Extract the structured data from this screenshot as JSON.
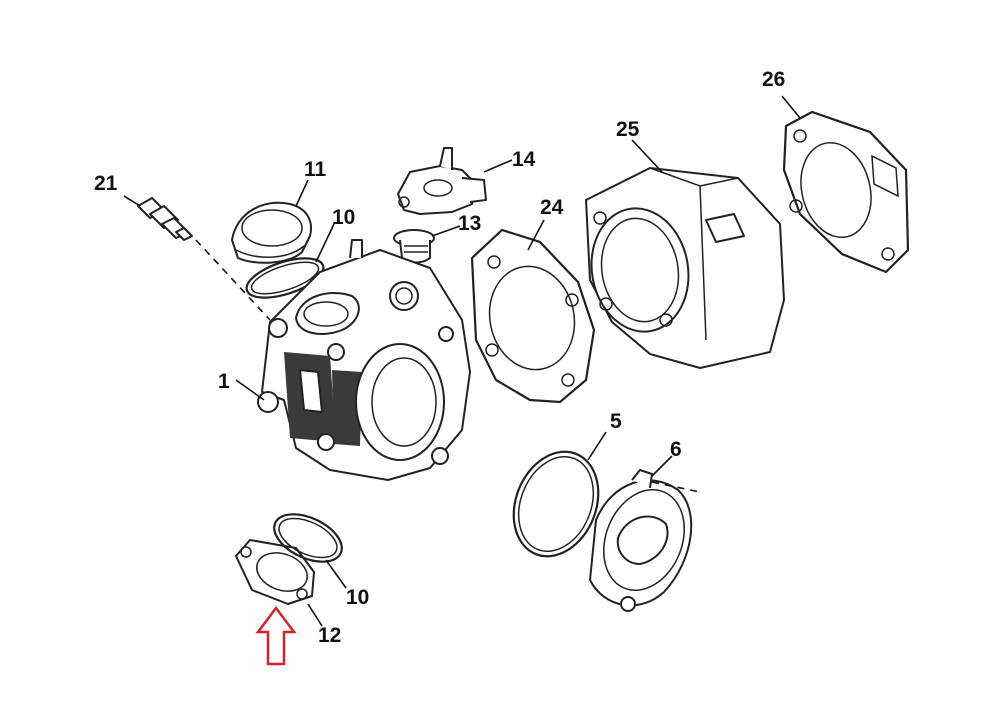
{
  "colors": {
    "line": "#222222",
    "arrow": "#d0232a",
    "fill": "#ffffff"
  },
  "callouts": {
    "c1": "1",
    "c5": "5",
    "c6": "6",
    "c10a": "10",
    "c10b": "10",
    "c11": "11",
    "c12": "12",
    "c13": "13",
    "c14": "14",
    "c21": "21",
    "c24": "24",
    "c25": "25",
    "c26": "26"
  },
  "icons": {
    "indicator": "up-arrow-icon"
  }
}
